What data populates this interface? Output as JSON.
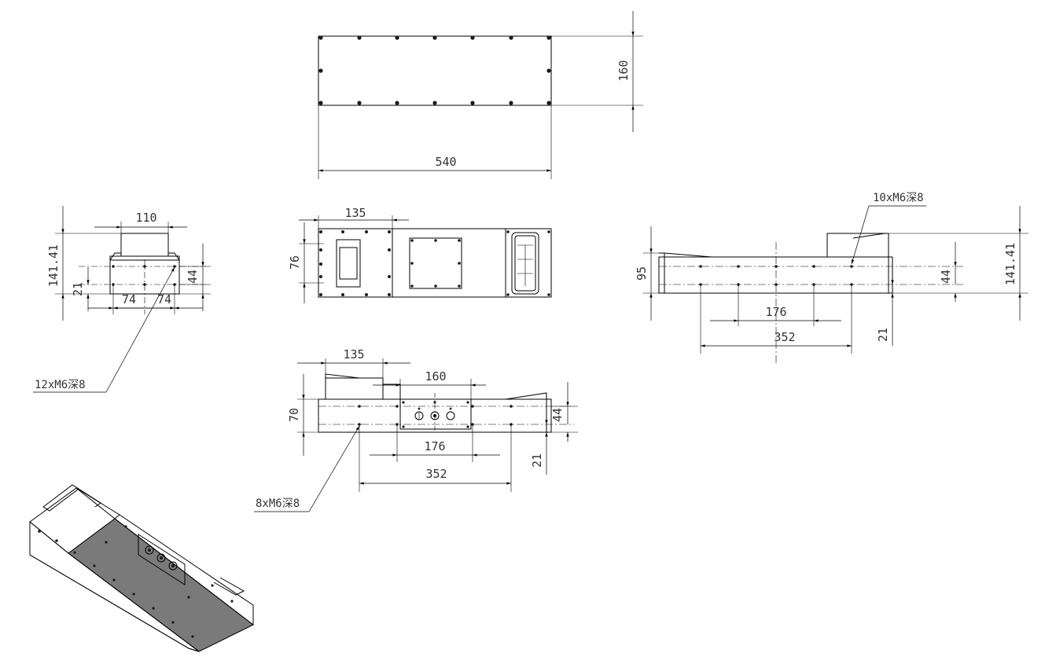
{
  "views": {
    "top_view": {
      "width_dim": "540",
      "height_dim": "160"
    },
    "left_end_view": {
      "width_dim": "110",
      "height_dim": "141.41",
      "bottom_dim": "21",
      "hole_dim": "44",
      "spacing_left": "74",
      "spacing_right": "74",
      "callout": "12xM6深8"
    },
    "front_view": {
      "offset_dim": "135",
      "height_dim": "76"
    },
    "right_side_view": {
      "callout": "10xM6深8",
      "height_left": "95",
      "height_right": "141.41",
      "hole_dim": "44",
      "bottom_dim": "21",
      "spacing_inner": "176",
      "spacing_outer": "352"
    },
    "bottom_view": {
      "offset_dim": "135",
      "plate_dim": "160",
      "height_dim": "70",
      "hole_dim": "44",
      "bottom_dim": "21",
      "spacing_inner": "176",
      "spacing_outer": "352",
      "callout": "8xM6深8"
    }
  },
  "colors": {
    "line": "#000000",
    "text": "#333333",
    "shade": "#7a7a7a"
  }
}
